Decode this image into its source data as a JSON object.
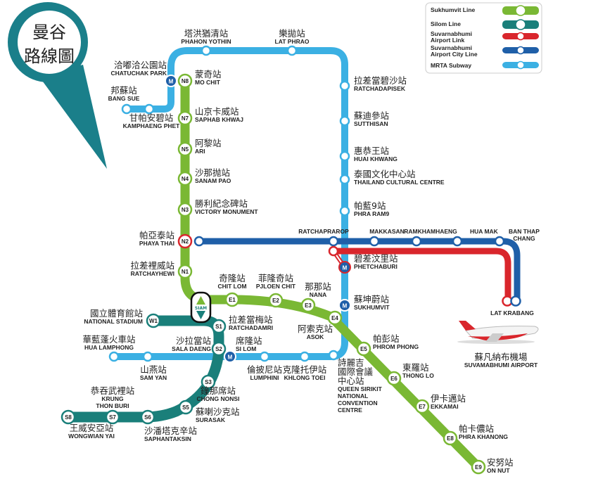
{
  "title_bubble": {
    "line1": "曼谷",
    "line2": "路線圖",
    "color": "#1a7f8a"
  },
  "legend": [
    {
      "label": "Sukhumvit Line",
      "color": "#7ab834"
    },
    {
      "label": "Silom Line",
      "color": "#1a7f7a"
    },
    {
      "label": "Suvarnabhumi\nAirport Link",
      "color": "#d9262c"
    },
    {
      "label": "Suvarnabhumi\nAirport City Line",
      "color": "#1f5fa8"
    },
    {
      "label": "MRTA Subway",
      "color": "#3bb0e3"
    }
  ],
  "interchange_label": "SIAM",
  "stations": [
    {
      "code": "N8",
      "zh": "蒙奇站",
      "en": "MO CHIT"
    },
    {
      "code": "N7",
      "zh": "山京卡威站",
      "en": "SAPHAB KHWAJ"
    },
    {
      "code": "N5",
      "zh": "阿黎站",
      "en": "ARI"
    },
    {
      "code": "N4",
      "zh": "沙那抛站",
      "en": "SANAM PAO"
    },
    {
      "code": "N3",
      "zh": "勝利紀念碑站",
      "en": "VICTORY MONUMENT"
    },
    {
      "code": "N2",
      "zh": "帕亞泰站",
      "en": "PHAYA THAI"
    },
    {
      "code": "N1",
      "zh": "拉差裡威站",
      "en": "RATCHAYHEWI"
    },
    {
      "code": "E1",
      "zh": "奇隆站",
      "en": "CHIT LOM"
    },
    {
      "code": "E2",
      "zh": "菲隆奇站",
      "en": "PJLOEN CHIT"
    },
    {
      "code": "E3",
      "zh": "那那站",
      "en": "NANA"
    },
    {
      "code": "E4",
      "zh": "阿索克站",
      "en": "ASOK"
    },
    {
      "code": "E5",
      "zh": "帕彭站",
      "en": "PHROM PHONG"
    },
    {
      "code": "E6",
      "zh": "東羅站",
      "en": "THONG LO"
    },
    {
      "code": "E7",
      "zh": "伊卡邁站",
      "en": "EKKAMAI"
    },
    {
      "code": "E8",
      "zh": "帕卡儂站",
      "en": "PHRA KHANONG"
    },
    {
      "code": "E9",
      "zh": "安努站",
      "en": "ON NUT"
    },
    {
      "code": "W1",
      "zh": "國立體育館站",
      "en": "NATIONAL STADIUM"
    },
    {
      "code": "S1",
      "zh": "拉差當梅站",
      "en": "RATCHADAMRI"
    },
    {
      "code": "S2",
      "zh": "沙拉當站",
      "en": "SALA DAENG"
    },
    {
      "code": "S3",
      "zh": "鐘那席站",
      "en": "CHONG NONSI"
    },
    {
      "code": "S5",
      "zh": "蘇喇沙克站",
      "en": "SURASAK"
    },
    {
      "code": "S6",
      "zh": "沙潘塔克辛站",
      "en": "SAPHANTAKSIN"
    },
    {
      "code": "S7",
      "zh": "恭吞武裡站",
      "en": "KRUNG\nTHON BURI"
    },
    {
      "code": "S8",
      "zh": "王威安亞站",
      "en": "WONGWIAN YAI"
    },
    {
      "code": "",
      "zh": "邦蘇站",
      "en": "BANG SUE"
    },
    {
      "code": "",
      "zh": "甘帕安碧站",
      "en": "KAMPHAENG PHET"
    },
    {
      "code": "M",
      "zh": "洽嘟洽公園站",
      "en": "CHATUCHAK PARK"
    },
    {
      "code": "",
      "zh": "塔洪猶清站",
      "en": "PHAHON YOTHIN"
    },
    {
      "code": "",
      "zh": "樂拋站",
      "en": "LAT PHRAO"
    },
    {
      "code": "",
      "zh": "拉差當碧沙站",
      "en": "RATCHADAPISEK"
    },
    {
      "code": "",
      "zh": "蘇迪參站",
      "en": "SUTTHISAN"
    },
    {
      "code": "",
      "zh": "惠恭王站",
      "en": "HUAI KHWANG"
    },
    {
      "code": "",
      "zh": "泰國文化中心站",
      "en": "THAILAND CULTURAL CENTRE"
    },
    {
      "code": "",
      "zh": "帕藍9站",
      "en": "PHRA RAM9"
    },
    {
      "code": "M",
      "zh": "碧差汶里站",
      "en": "PHETCHABURI"
    },
    {
      "code": "M",
      "zh": "蘇坤蔚站",
      "en": "SUKHUMVIT"
    },
    {
      "code": "",
      "zh": "詩麗吉\n國際會議\n中心站",
      "en": "QUEEN SIRIKIT\nNATIONAL\nCONVENTION\nCENTRE"
    },
    {
      "code": "",
      "zh": "克隆托伊站",
      "en": "KHLONG TOEI"
    },
    {
      "code": "",
      "zh": "倫披尼站",
      "en": "LUMPHINI"
    },
    {
      "code": "M",
      "zh": "席隆站",
      "en": "SI LOM"
    },
    {
      "code": "",
      "zh": "山燕站",
      "en": "SAM YAN"
    },
    {
      "code": "",
      "zh": "華藍蓬火車站",
      "en": "HUA LAMPHONG"
    },
    {
      "code": "",
      "zh": "",
      "en": "RATCHAPRAROP"
    },
    {
      "code": "",
      "zh": "",
      "en": "MAKKASAN"
    },
    {
      "code": "",
      "zh": "",
      "en": "RAMKHAMHAENG"
    },
    {
      "code": "",
      "zh": "",
      "en": "HUA MAK"
    },
    {
      "code": "",
      "zh": "",
      "en": "BAN THAP\nCHANG"
    },
    {
      "code": "",
      "zh": "",
      "en": "LAT KRABANG"
    },
    {
      "code": "",
      "zh": "",
      "en": "SUVAMABHUMI"
    }
  ],
  "airport": {
    "zh": "蘇凡納布機場",
    "en": "SUVAMABHUMI AIRPORT",
    "icon": "airplane-icon"
  }
}
